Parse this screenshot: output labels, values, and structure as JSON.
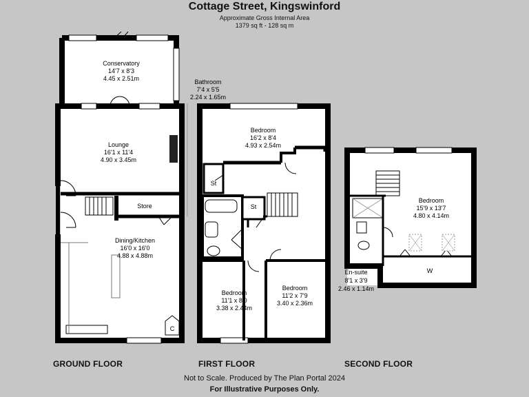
{
  "header": {
    "title": "Cottage Street, Kingswinford",
    "subtitle": "Approximate Gross Internal Area",
    "area": "1379 sq ft - 128 sq m"
  },
  "floors": {
    "ground": "GROUND FLOOR",
    "first": "FIRST FLOOR",
    "second": "SECOND FLOOR"
  },
  "rooms": {
    "conservatory": {
      "name": "Conservatory",
      "imperial": "14'7 x 8'3",
      "metric": "4.45 x 2.51m"
    },
    "lounge": {
      "name": "Lounge",
      "imperial": "16'1 x 11'4",
      "metric": "4.90 x 3.45m"
    },
    "store": {
      "name": "Store"
    },
    "dining": {
      "name": "Dining/Kitchen",
      "imperial": "16'0 x 16'0",
      "metric": "4.88 x 4.88m"
    },
    "cupboard": {
      "name": "C"
    },
    "bathroom": {
      "name": "Bathroom",
      "imperial": "7'4 x 5'5",
      "metric": "2.24 x 1.65m"
    },
    "bed1": {
      "name": "Bedroom",
      "imperial": "16'2 x 8'4",
      "metric": "4.93 x 2.54m"
    },
    "st1": {
      "name": "St"
    },
    "st2": {
      "name": "St"
    },
    "bed2": {
      "name": "Bedroom",
      "imperial": "11'1 x 8'0",
      "metric": "3.38 x 2.44m"
    },
    "bed3": {
      "name": "Bedroom",
      "imperial": "11'2 x 7'9",
      "metric": "3.40 x 2.36m"
    },
    "bed4": {
      "name": "Bedroom",
      "imperial": "15'9 x 13'7",
      "metric": "4.80 x 4.14m"
    },
    "ensuite": {
      "name": "En-suite",
      "imperial": "8'1 x 3'9",
      "metric": "2.46 x 1.14m"
    },
    "wardrobe": {
      "name": "W"
    }
  },
  "footer": {
    "line1": "Not to Scale. Produced by The Plan Portal 2024",
    "line2": "For Illustrative Purposes Only."
  }
}
